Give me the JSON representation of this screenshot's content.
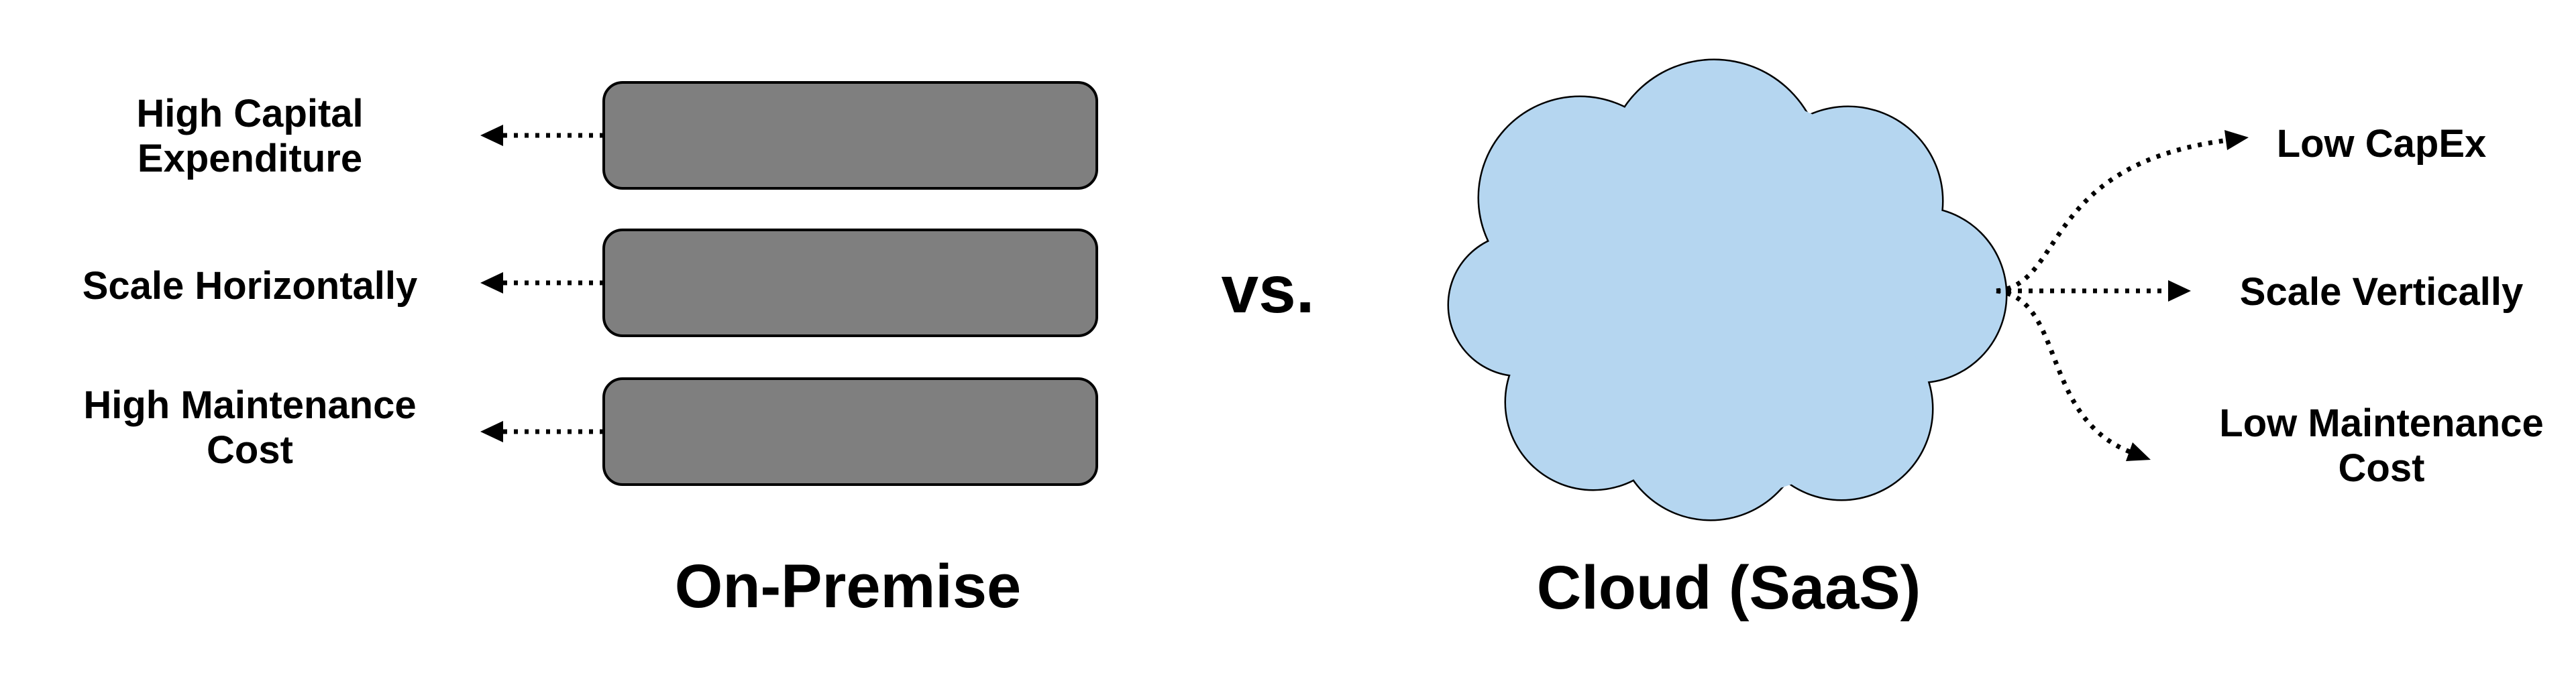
{
  "diagram": {
    "background_color": "#ffffff",
    "outline_color": "#000000",
    "text_color": "#000000",
    "vs_label": "vs.",
    "on_premise": {
      "title": "On-Premise",
      "box_fill": "#7f7f7f",
      "labels": [
        "High Capital\nExpenditure",
        "Scale Horizontally",
        "High Maintenance\nCost"
      ]
    },
    "cloud": {
      "title": "Cloud (SaaS)",
      "fill": "#b5d6f0",
      "labels": [
        "Low CapEx",
        "Scale Vertically",
        "Low Maintenance\nCost"
      ]
    }
  }
}
